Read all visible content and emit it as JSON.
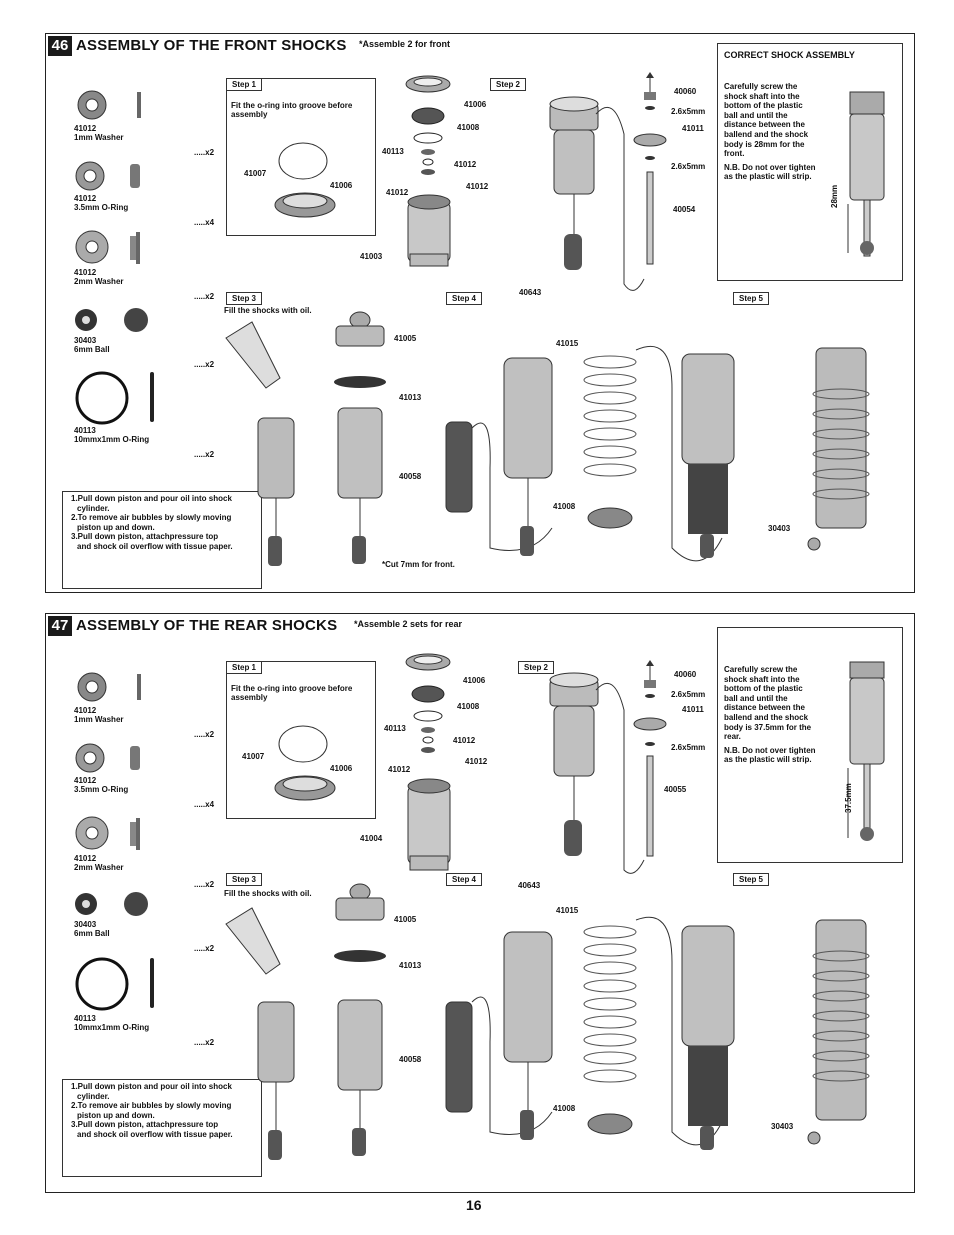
{
  "page_number": "16",
  "sections": [
    {
      "number": "46",
      "title": "ASSEMBLY OF THE FRONT SHOCKS",
      "note": "*Assemble 2  for front",
      "parts": [
        {
          "pn": "41012",
          "name": "1mm Washer",
          "qty": ".....x2"
        },
        {
          "pn": "41012",
          "name": "3.5mm O-Ring",
          "qty": ".....x4"
        },
        {
          "pn": "41012",
          "name": "2mm Washer",
          "qty": ".....x2"
        },
        {
          "pn": "30403",
          "name": "6mm Ball",
          "qty": ".....x2"
        },
        {
          "pn": "40113",
          "name": "10mmx1mm O-Ring",
          "qty": ".....x2"
        }
      ],
      "instructions": [
        "1.Pull down piston and pour oil into shock",
        "cylinder.",
        "2.To remove air bubbles by slowly moving",
        "piston up and down.",
        "3.Pull down piston, attachpressure top",
        "and shock oil overflow with tissue paper."
      ],
      "step1": {
        "tag": "Step 1",
        "text1": "Fit the o-ring into groove before",
        "text2": "assembly",
        "l1": "41007",
        "l2": "41006"
      },
      "labels_stack": {
        "a": "41006",
        "b": "41008",
        "c": "40113",
        "d": "41012",
        "e": "41012",
        "f": "41012",
        "g": "41003"
      },
      "step2": {
        "tag": "Step 2",
        "l1": "40060",
        "l2": "2.6x5mm",
        "l3": "41011",
        "l4": "2.6x5mm",
        "l5": "40054",
        "l6": "40643"
      },
      "correct": {
        "title": "CORRECT SHOCK  ASSEMBLY",
        "lines": [
          "Carefully screw the",
          "shock shaft into the",
          "bottom of the plastic",
          "ball and until the",
          "distance between the",
          "ballend and the shock",
          "body is 28mm for the",
          "front."
        ],
        "lines2": [
          "N.B. Do not over tighten",
          "as the plastic will strip."
        ],
        "dim": "28mm"
      },
      "step3": {
        "tag": "Step 3",
        "text": "Fill the shocks with oil.",
        "l1": "41005",
        "l2": "41013"
      },
      "step4": {
        "tag": "Step 4",
        "l1": "40058",
        "l2": "41015",
        "l3": "41008",
        "cut": "*Cut 7mm for front."
      },
      "step5": {
        "tag": "Step 5",
        "l1": "30403"
      }
    },
    {
      "number": "47",
      "title": "ASSEMBLY OF THE REAR SHOCKS",
      "note": "*Assemble 2 sets for rear",
      "parts": [
        {
          "pn": "41012",
          "name": "1mm Washer",
          "qty": ".....x2"
        },
        {
          "pn": "41012",
          "name": "3.5mm O-Ring",
          "qty": ".....x4"
        },
        {
          "pn": "41012",
          "name": "2mm Washer",
          "qty": ".....x2"
        },
        {
          "pn": "30403",
          "name": "6mm Ball",
          "qty": ".....x2"
        },
        {
          "pn": "40113",
          "name": "10mmx1mm O-Ring",
          "qty": ".....x2"
        }
      ],
      "instructions": [
        "1.Pull down piston and pour oil into shock",
        "cylinder.",
        "2.To remove air bubbles by slowly moving",
        "piston up and down.",
        "3.Pull down piston, attachpressure top",
        "and shock oil overflow with tissue paper."
      ],
      "step1": {
        "tag": "Step 1",
        "text1": "Fit the o-ring into groove before",
        "text2": "assembly",
        "l1": "41007",
        "l2": "41006"
      },
      "labels_stack": {
        "a": "41006",
        "b": "41008",
        "c": "40113",
        "d": "41012",
        "e": "41012",
        "f": "41012",
        "g": "41004"
      },
      "step2": {
        "tag": "Step 2",
        "l1": "40060",
        "l2": "2.6x5mm",
        "l3": "41011",
        "l4": "2.6x5mm",
        "l5": "40055",
        "l6": "40643"
      },
      "correct": {
        "title": "",
        "lines": [
          "Carefully screw the",
          "shock shaft into the",
          "bottom of the plastic",
          "ball and until the",
          "distance between the",
          "ballend and the shock",
          "body is 37.5mm for the",
          "rear."
        ],
        "lines2": [
          "N.B. Do not over tighten",
          "as the plastic will strip."
        ],
        "dim": "37.5mm"
      },
      "step3": {
        "tag": "Step 3",
        "text": "Fill the shocks with oil.",
        "l1": "41005",
        "l2": "41013"
      },
      "step4": {
        "tag": "Step 4",
        "l1": "40058",
        "l2": "41015",
        "l3": "41008",
        "cut": ""
      },
      "step5": {
        "tag": "Step 5",
        "l1": "30403"
      }
    }
  ]
}
